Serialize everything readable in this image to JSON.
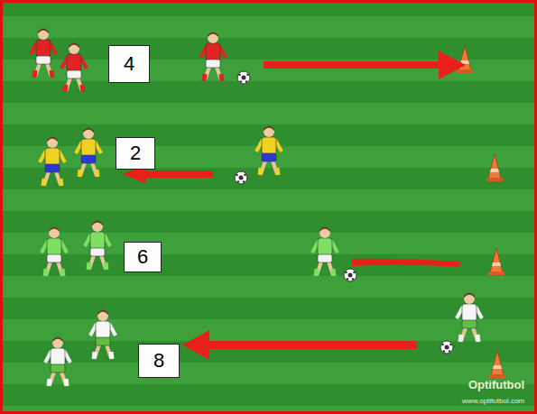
{
  "diagram": {
    "nodes": [
      {
        "text": [
          "4"
        ]
      },
      {
        "text": [
          "2"
        ]
      },
      {
        "text": [
          "6"
        ]
      },
      {
        "text": [
          "8"
        ]
      }
    ],
    "labels": [
      "Optifutbol",
      "www.optifutbol.com"
    ]
  }
}
